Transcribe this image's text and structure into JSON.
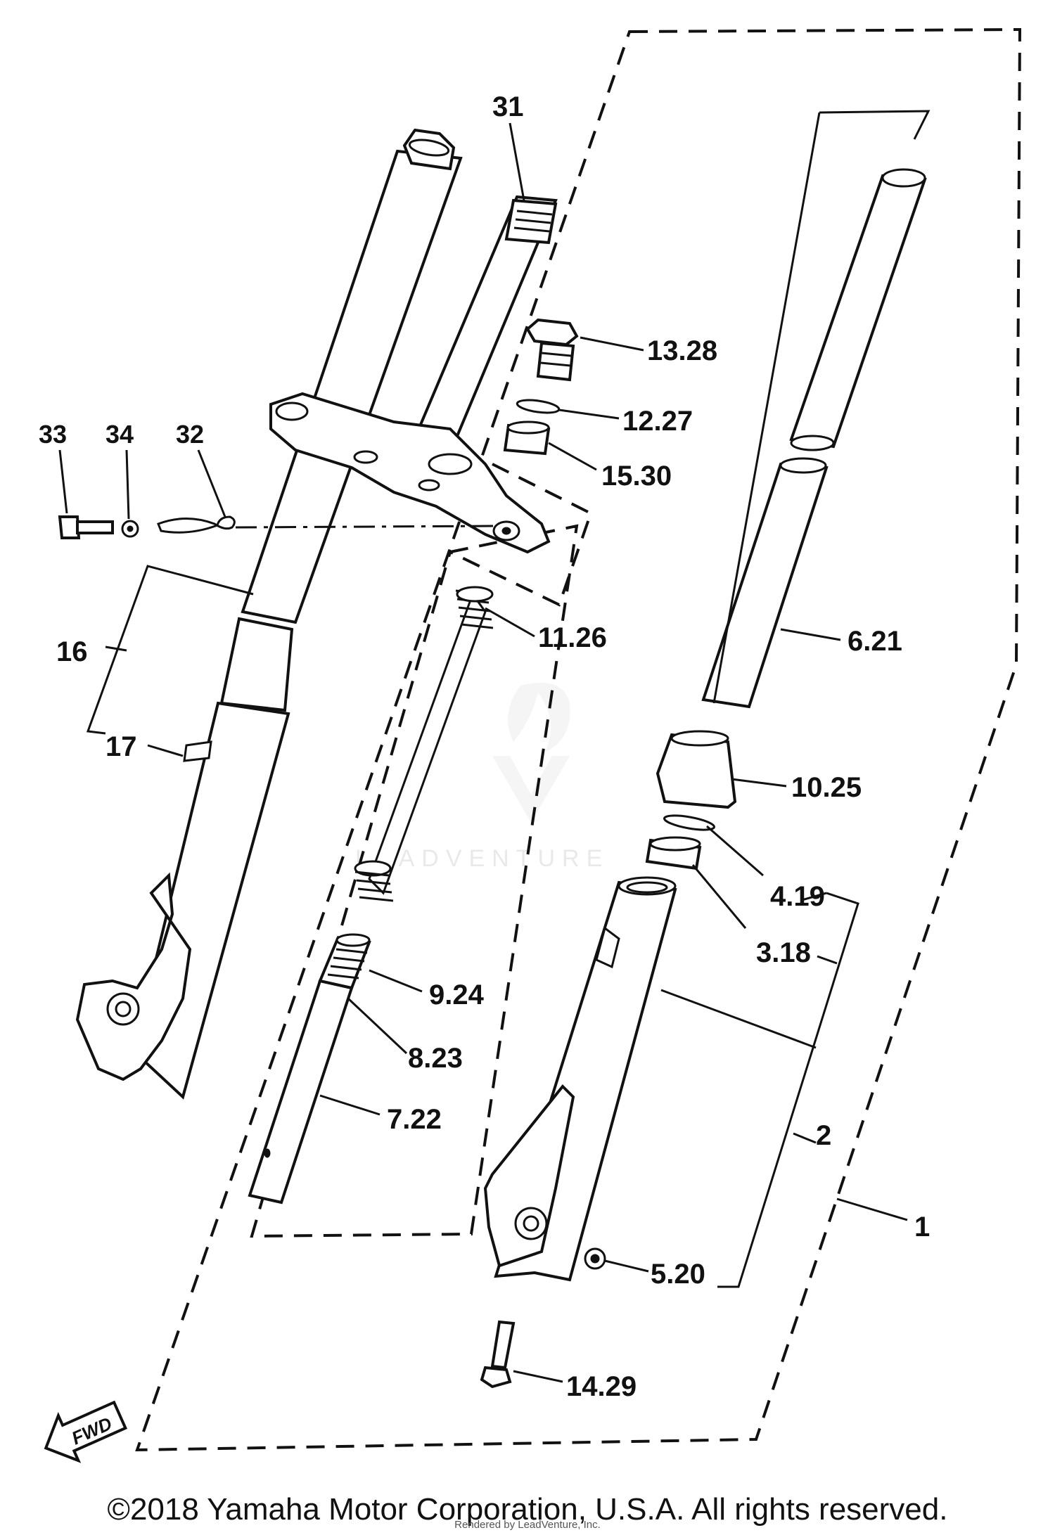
{
  "diagram": {
    "labels": {
      "p31": "31",
      "p13_28": "13.28",
      "p12_27": "12.27",
      "p15_30": "15.30",
      "p33": "33",
      "p34": "34",
      "p32": "32",
      "p16": "16",
      "p17": "17",
      "p11_26": "11.26",
      "p6_21": "6.21",
      "p10_25": "10.25",
      "p4_19": "4.19",
      "p3_18": "3.18",
      "p9_24": "9.24",
      "p8_23": "8.23",
      "p7_22": "7.22",
      "p2": "2",
      "p1": "1",
      "p5_20": "5.20",
      "p14_29": "14.29"
    },
    "fwd_label": "FWD",
    "watermark": "LEADVENTURE"
  },
  "footer": {
    "copyright": "©2018 Yamaha Motor Corporation, U.S.A. All rights reserved.",
    "credit": "Rendered by LeadVenture, Inc."
  }
}
